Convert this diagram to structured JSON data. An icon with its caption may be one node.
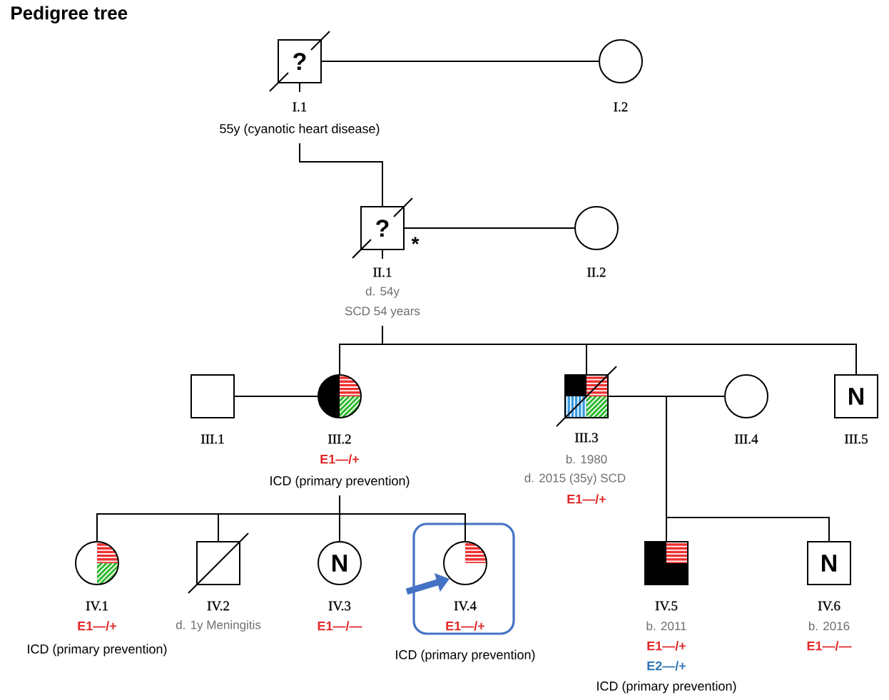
{
  "diagram": {
    "title": "Pedigree tree",
    "nodes": [
      {
        "text": [
          "?"
        ],
        "beside": [
          "I.1",
          "55y (cyanotic heart disease)"
        ]
      },
      {
        "text": [],
        "shape": "circle",
        "beside": [
          "I.2"
        ]
      },
      {
        "text": [
          "?"
        ],
        "beside": [
          "II.1",
          "d. 54y",
          "SCD 54 years"
        ]
      },
      {
        "text": [],
        "shape": "circle",
        "beside": [
          "II.2"
        ]
      },
      {
        "text": [],
        "shape": "box",
        "beside": [
          "III.1"
        ]
      },
      {
        "text": [],
        "shape": "circle",
        "beside": [
          "III.2",
          "E1—/+",
          "ICD (primary prevention)"
        ]
      },
      {
        "text": [],
        "shape": "box",
        "beside": [
          "III.3",
          "b. 1980",
          "d. 2015 (35y) SCD",
          "E1—/+"
        ]
      },
      {
        "text": [],
        "shape": "circle",
        "beside": [
          "III.4"
        ]
      },
      {
        "text": [
          "N"
        ],
        "beside": [
          "III.5"
        ]
      },
      {
        "text": [],
        "shape": "circle",
        "beside": [
          "IV.1",
          "E1—/+",
          "ICD (primary prevention)"
        ]
      },
      {
        "text": [],
        "shape": "box",
        "beside": [
          "IV.2",
          "d. 1y Meningitis"
        ]
      },
      {
        "text": [
          "N"
        ],
        "beside": [
          "IV.3",
          "E1—/—"
        ]
      },
      {
        "text": [],
        "shape": "box"
      },
      {
        "text": [],
        "shape": "circle",
        "in": 12,
        "beside": [
          "IV.4",
          "E1—/+",
          "ICD (primary prevention)"
        ]
      },
      {
        "text": [],
        "shape": "box",
        "beside": [
          "IV.5",
          "b. 2011",
          "E1—/+",
          "E2—/+",
          "ICD (primary prevention)"
        ]
      },
      {
        "text": [
          "N"
        ],
        "beside": [
          "IV.6",
          "b. 2016",
          "E1—/—"
        ]
      }
    ],
    "edges": [
      {
        "from": 0,
        "to": 1,
        "arrow": "none"
      },
      {
        "from": 2,
        "to": 3,
        "arrow": "none"
      },
      {
        "from": 4,
        "to": 5,
        "arrow": "none"
      },
      {
        "from": 6,
        "to": 7,
        "arrow": "none"
      },
      {
        "from": 0,
        "to": 2,
        "arrow": "none"
      },
      {
        "from": 2,
        "to": 5,
        "arrow": "none"
      },
      {
        "from": 2,
        "to": 6,
        "arrow": "none"
      },
      {
        "from": 2,
        "to": 8,
        "arrow": "none"
      },
      {
        "from": 5,
        "to": 9,
        "arrow": "none"
      },
      {
        "from": 5,
        "to": 10,
        "arrow": "none"
      },
      {
        "from": 5,
        "to": 11,
        "arrow": "none"
      },
      {
        "from": 5,
        "to": 13,
        "arrow": "none"
      },
      {
        "from": 6,
        "to": 14,
        "arrow": "none"
      },
      {
        "from": 6,
        "to": 15,
        "arrow": "none"
      },
      {
        "from": null,
        "to": 13,
        "arrow": "to",
        "style": "thick",
        "color": "#4472c4"
      }
    ],
    "labels": [
      "*"
    ]
  }
}
